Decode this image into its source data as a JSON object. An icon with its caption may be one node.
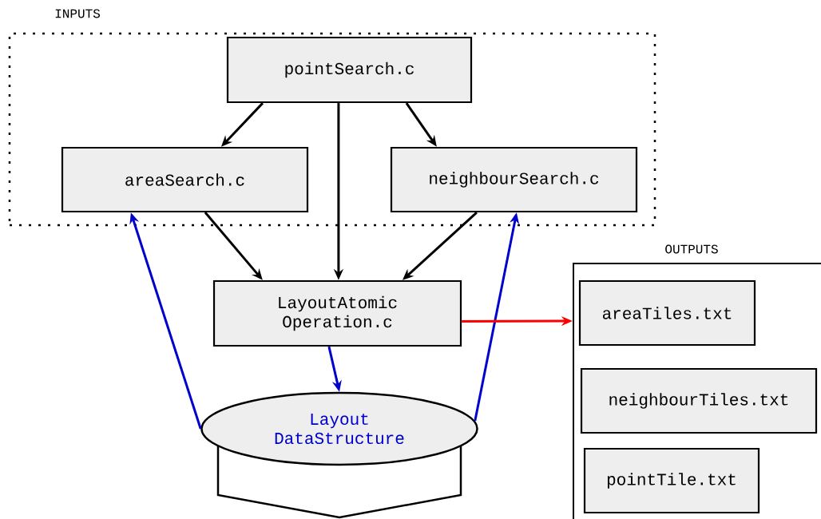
{
  "diagram": {
    "nodes": [
      {
        "text": [
          "INPUTS"
        ]
      },
      {
        "text": [
          "pointSearch.c"
        ],
        "in": 0
      },
      {
        "text": [
          "areaSearch.c"
        ],
        "in": 0
      },
      {
        "text": [
          "neighbourSearch.c"
        ],
        "in": 0
      },
      {
        "text": [
          "LayoutAtomic Operation.c"
        ]
      },
      {
        "text": [
          "Layout DataStructure"
        ]
      },
      {
        "text": [
          "OUTPUTS"
        ]
      },
      {
        "text": [
          "areaTiles.txt"
        ],
        "in": 6
      },
      {
        "text": [
          "neighbourTiles.txt"
        ],
        "in": 6
      },
      {
        "text": [
          "pointTile.txt"
        ],
        "in": 6
      }
    ],
    "edges": [
      {
        "from": 1,
        "to": 2,
        "arrow": "to"
      },
      {
        "from": 1,
        "to": 3,
        "arrow": "to"
      },
      {
        "from": 1,
        "to": 4,
        "arrow": "to"
      },
      {
        "from": 2,
        "to": 4,
        "arrow": "to"
      },
      {
        "from": 3,
        "to": 4,
        "arrow": "to"
      },
      {
        "from": 4,
        "to": 5,
        "arrow": "to",
        "color": "#0000cc"
      },
      {
        "from": 5,
        "to": 2,
        "arrow": "to",
        "color": "#0000cc"
      },
      {
        "from": 5,
        "to": 3,
        "arrow": "to",
        "color": "#0000cc"
      },
      {
        "from": 4,
        "to": 6,
        "arrow": "to",
        "color": "#ff0000"
      }
    ]
  }
}
